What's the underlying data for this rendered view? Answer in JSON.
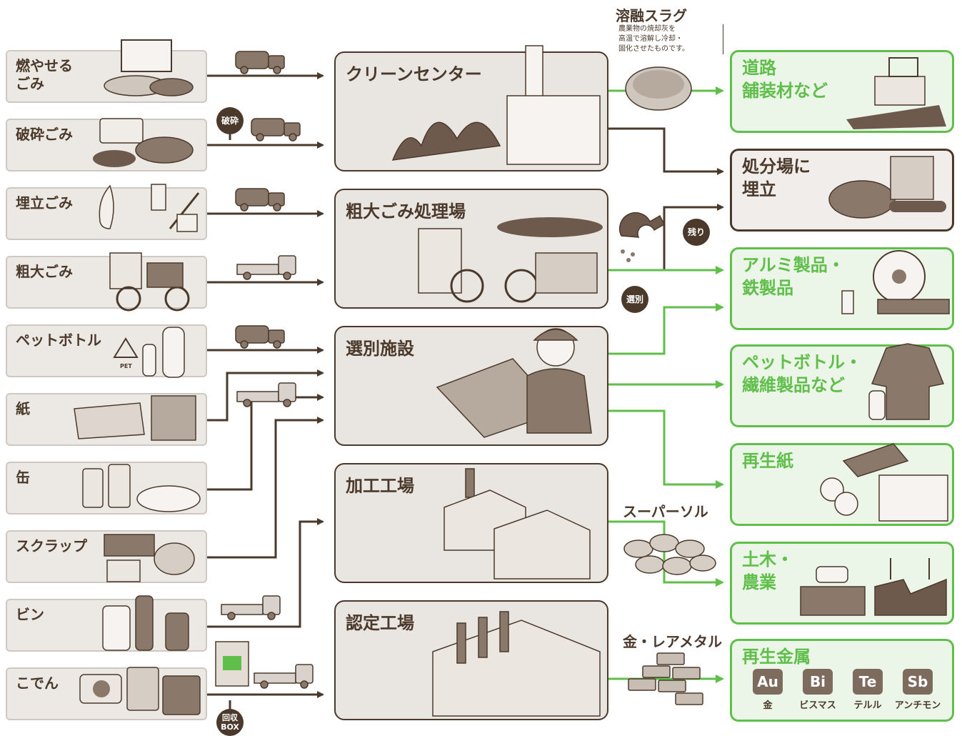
{
  "sources": [
    {
      "label": "燃やせる\nごみ",
      "icon": "burnable-garbage-icon"
    },
    {
      "label": "破砕ごみ",
      "icon": "crushable-garbage-icon"
    },
    {
      "label": "埋立ごみ",
      "icon": "landfill-garbage-icon"
    },
    {
      "label": "粗大ごみ",
      "icon": "oversized-garbage-icon"
    },
    {
      "label": "ペットボトル",
      "icon": "pet-bottle-icon"
    },
    {
      "label": "紙",
      "icon": "paper-bundle-icon"
    },
    {
      "label": "缶",
      "icon": "cans-icon"
    },
    {
      "label": "スクラップ",
      "icon": "scrap-metal-icon"
    },
    {
      "label": "ビン",
      "icon": "glass-bottles-icon"
    },
    {
      "label": "こでん",
      "icon": "small-appliances-icon"
    }
  ],
  "source_extras": {
    "pet_mark": "PET",
    "crush_badge": "破砕",
    "box_badge": "回収\nBOX"
  },
  "facilities": [
    {
      "title": "クリーンセンター",
      "icon": "incinerator-plant-icon"
    },
    {
      "title": "粗大ごみ処理場",
      "icon": "bulky-waste-plant-icon"
    },
    {
      "title": "選別施設",
      "icon": "sorting-facility-icon"
    },
    {
      "title": "加工工場",
      "icon": "processing-factory-icon"
    },
    {
      "title": "認定工場",
      "icon": "certified-factory-icon"
    }
  ],
  "intermediates": {
    "slag_label": "溶融スラグ",
    "slag_desc": "農業物の焼却灰を\n高温で溶解し冷却・\n固化させたものです。",
    "superzol_label": "スーパーソル",
    "metal_label": "金・レアメタル",
    "remain_badge": "残り",
    "sort_badge": "選別"
  },
  "outputs": [
    {
      "title": "道路\n舗装材など",
      "icon": "road-roller-icon"
    },
    {
      "title": "処分場に\n埋立",
      "icon": "bulldozer-icon"
    },
    {
      "title": "アルミ製品・\n鉄製品",
      "icon": "wheel-and-steel-icon"
    },
    {
      "title": "ペットボトル・\n繊維製品など",
      "icon": "clothing-icon"
    },
    {
      "title": "再生紙",
      "icon": "recycled-paper-icon"
    },
    {
      "title": "土木・\n農業",
      "icon": "civil-agri-icon"
    },
    {
      "title": "再生金属",
      "icon": "recycled-metal-icon"
    }
  ],
  "elements": [
    {
      "symbol": "Au",
      "name": "金"
    },
    {
      "symbol": "Bi",
      "name": "ビスマス"
    },
    {
      "symbol": "Te",
      "name": "テルル"
    },
    {
      "symbol": "Sb",
      "name": "アンチモン"
    }
  ],
  "colors": {
    "brown": "#4b3a2c",
    "green": "#5fbf4a",
    "source_fill": "#ece8e4",
    "facility_fill": "#e9e5e1",
    "output_fill": "#ebf5e8"
  }
}
